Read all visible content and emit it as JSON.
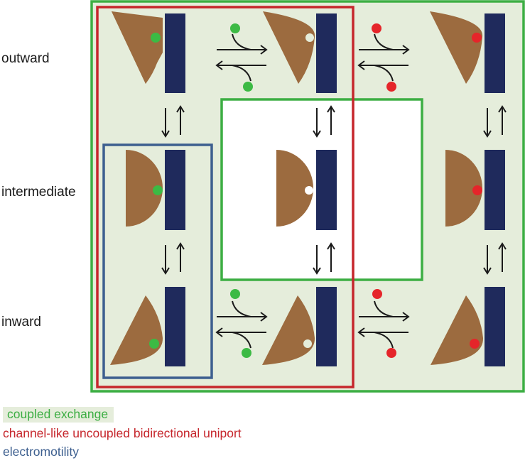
{
  "rows": {
    "outward": "outward",
    "intermediate": "intermediate",
    "inward": "inward"
  },
  "legend": {
    "coupled": "coupled exchange",
    "uniport": "channel-like uncoupled bidirectional uniport",
    "electro": "electromotility"
  },
  "colors": {
    "coupled": "#3cae43",
    "uniport": "#c6262c",
    "electro": "#3d5f8f",
    "background": "#e5eddb",
    "transporter": "#9c6b3f",
    "membrane": "#1f2a5c",
    "substrate_green": "#3cba44",
    "substrate_red": "#e5252a"
  },
  "states": [
    {
      "conformation": "outward",
      "substrate": "green"
    },
    {
      "conformation": "outward",
      "substrate": "none"
    },
    {
      "conformation": "outward",
      "substrate": "red"
    },
    {
      "conformation": "intermediate",
      "substrate": "green"
    },
    {
      "conformation": "intermediate",
      "substrate": "none"
    },
    {
      "conformation": "intermediate",
      "substrate": "red"
    },
    {
      "conformation": "inward",
      "substrate": "green"
    },
    {
      "conformation": "inward",
      "substrate": "none"
    },
    {
      "conformation": "inward",
      "substrate": "red"
    }
  ]
}
